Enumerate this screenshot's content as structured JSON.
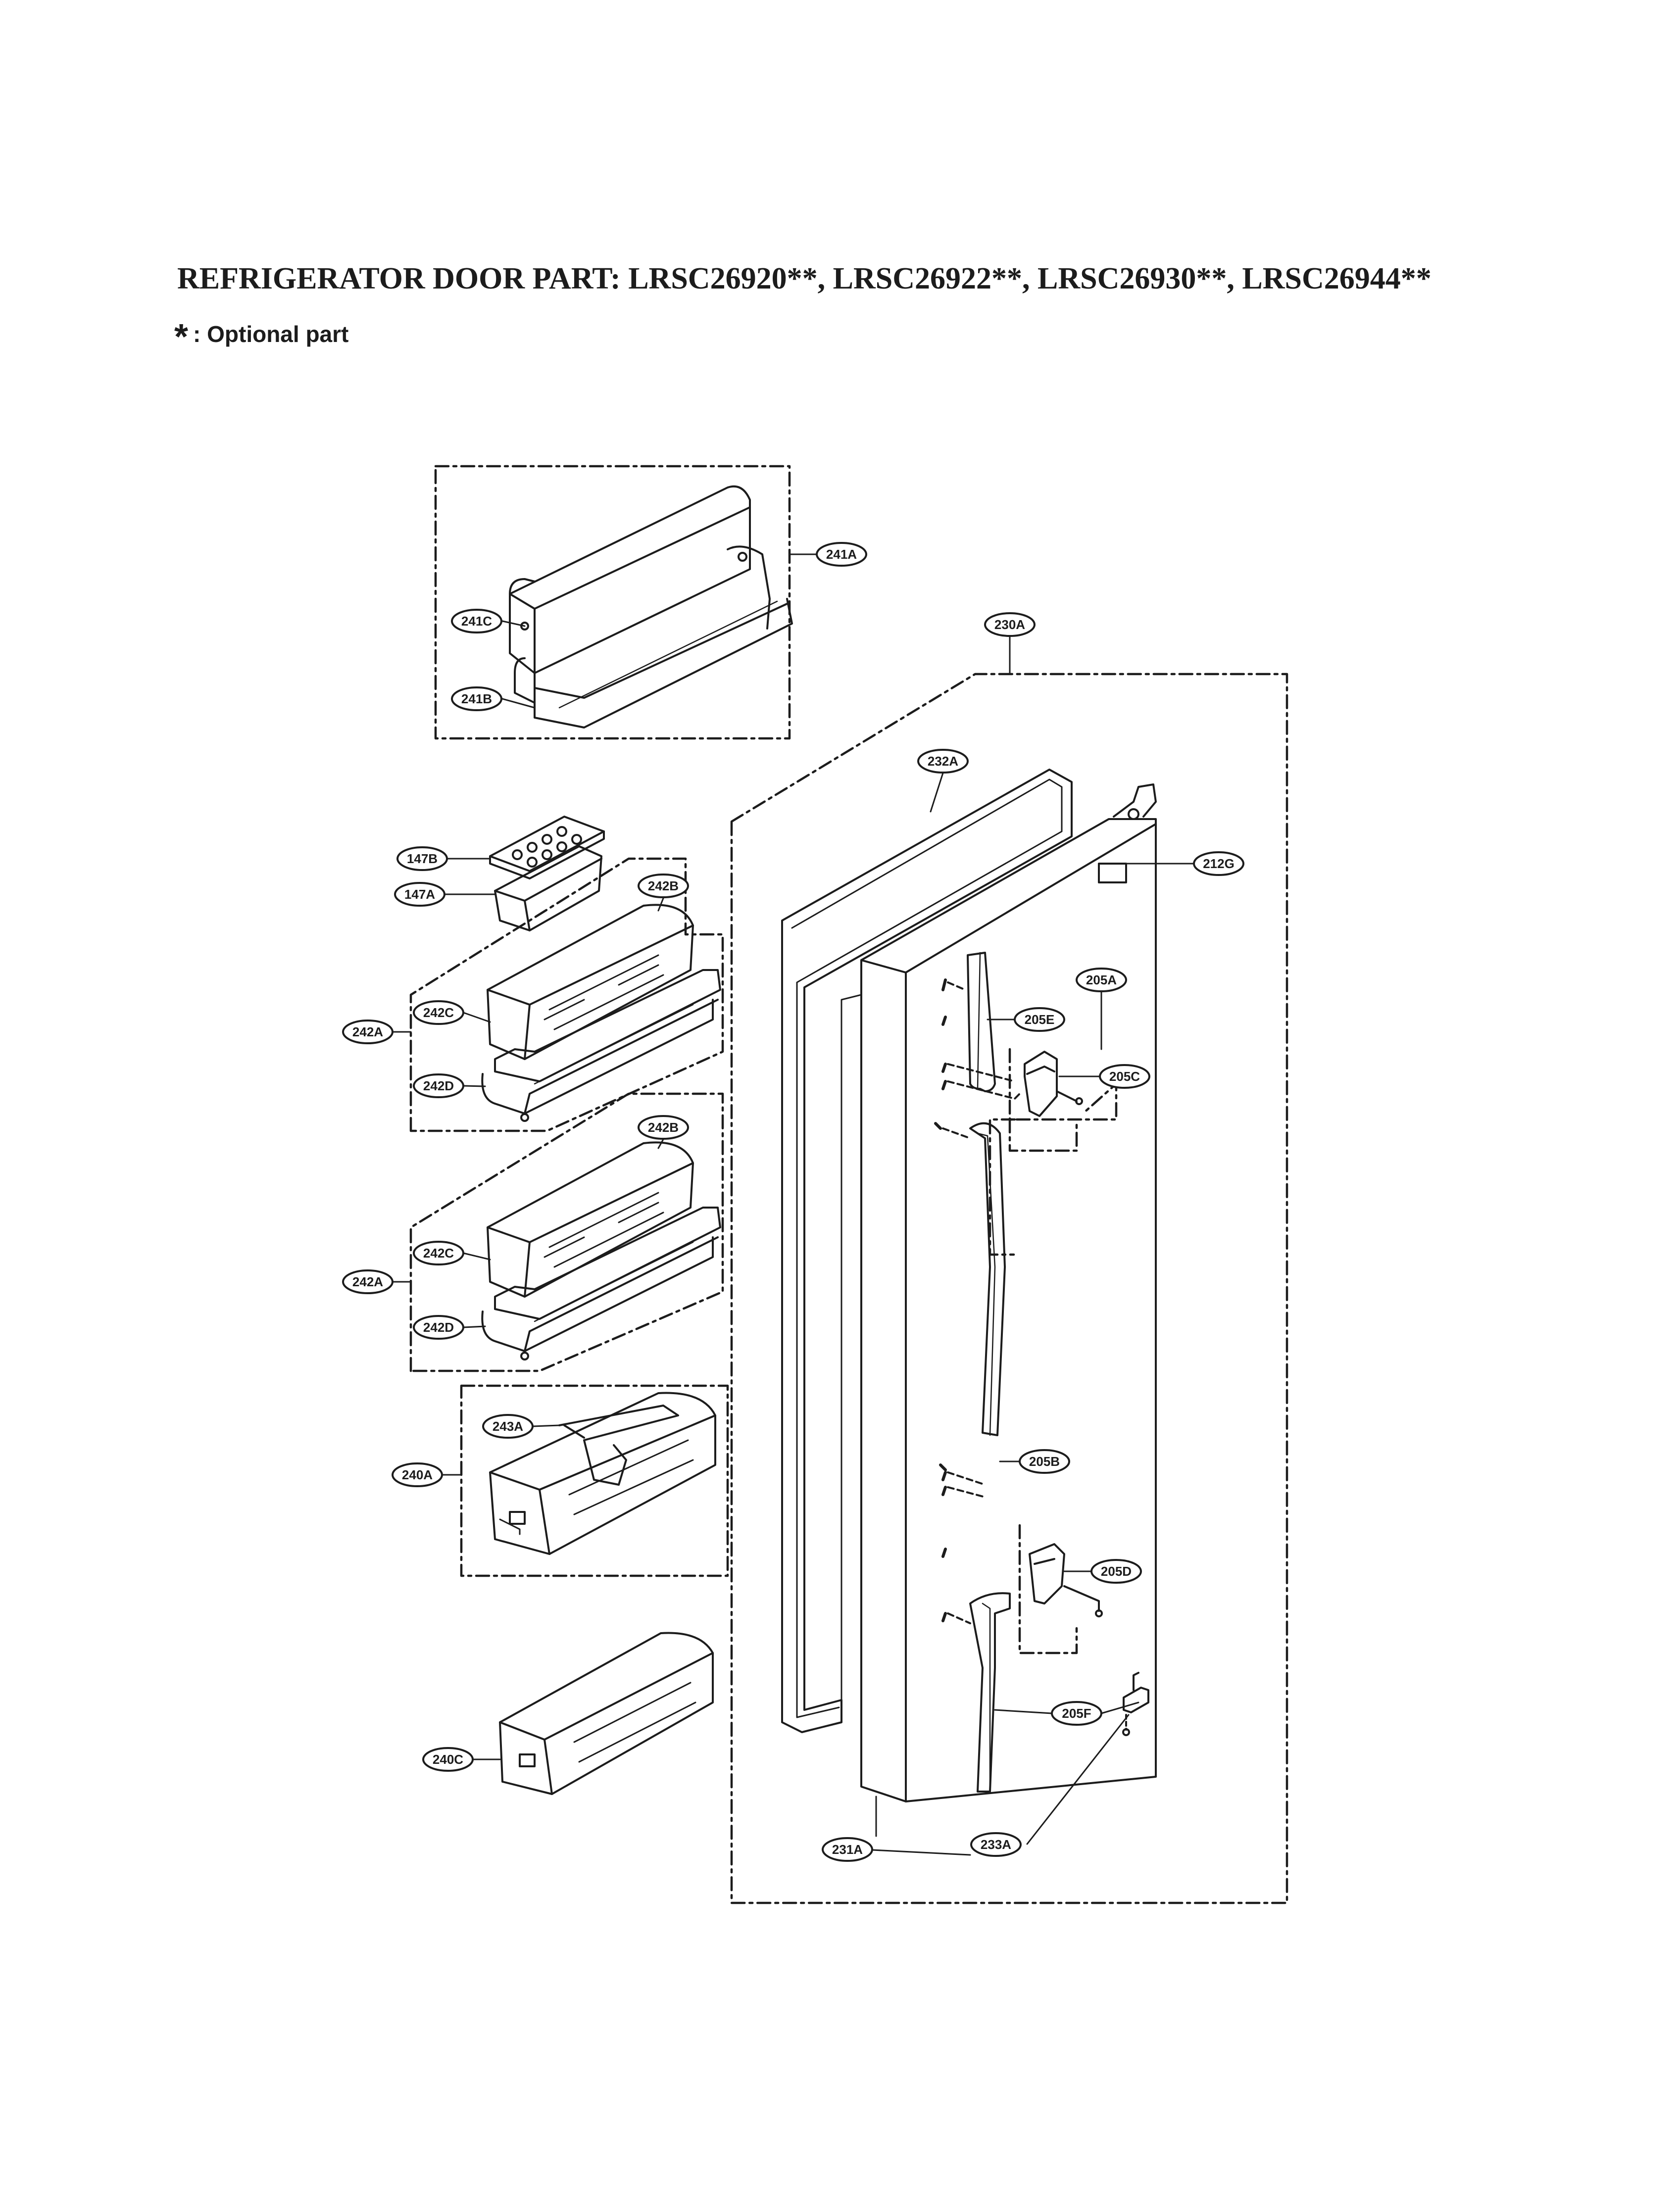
{
  "title": "REFRIGERATOR DOOR PART: LRSC26920**, LRSC26922**, LRSC26930**, LRSC26944**",
  "note": {
    "symbol": "*",
    "text": ": Optional part"
  },
  "callouts": {
    "c241A": "241A",
    "c241C": "241C",
    "c241B": "241B",
    "c230A": "230A",
    "c232A": "232A",
    "c212G": "212G",
    "c147B": "147B",
    "c147A": "147A",
    "c242B_1": "242B",
    "c242C_1": "242C",
    "c242A_1": "242A",
    "c242D_1": "242D",
    "c205A": "205A",
    "c205E": "205E",
    "c205C": "205C",
    "c242B_2": "242B",
    "c242C_2": "242C",
    "c242A_2": "242A",
    "c242D_2": "242D",
    "c243A": "243A",
    "c240A": "240A",
    "c205B": "205B",
    "c205D": "205D",
    "c205F": "205F",
    "c240C": "240C",
    "c231A": "231A",
    "c233A": "233A"
  },
  "colors": {
    "ink": "#1c1c1c",
    "fill": "#ffffff"
  }
}
